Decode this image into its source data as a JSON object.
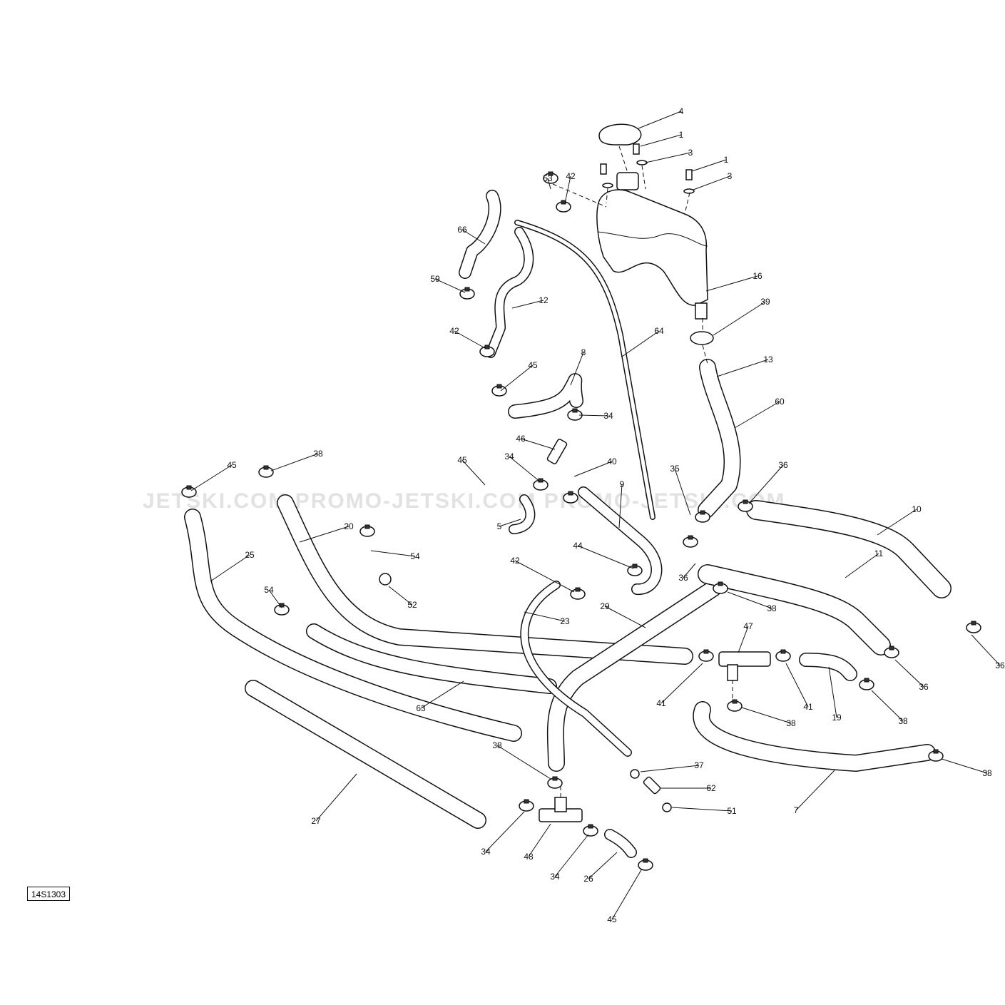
{
  "watermark": "JETSKI.COM   PROMO-JETSKI.COM   PROMO-JETSKI.COM",
  "reference_code": "14S1303",
  "callouts": [
    "4",
    "1",
    "3",
    "1",
    "3",
    "53",
    "42",
    "66",
    "59",
    "12",
    "16",
    "39",
    "64",
    "42",
    "13",
    "45",
    "8",
    "60",
    "34",
    "46",
    "34",
    "45",
    "40",
    "38",
    "45",
    "35",
    "36",
    "9",
    "10",
    "20",
    "5",
    "25",
    "54",
    "44",
    "42",
    "36",
    "11",
    "52",
    "54",
    "29",
    "38",
    "23",
    "47",
    "36",
    "63",
    "41",
    "41",
    "19",
    "36",
    "38",
    "38",
    "38",
    "37",
    "62",
    "27",
    "38",
    "7",
    "51",
    "34",
    "48",
    "34",
    "26",
    "45"
  ]
}
